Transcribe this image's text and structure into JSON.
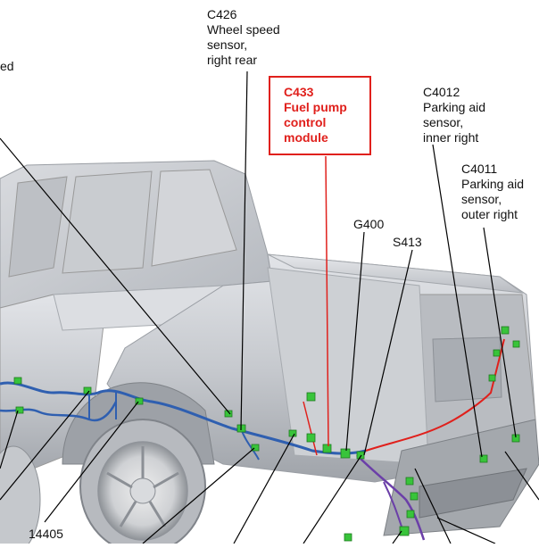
{
  "labels": {
    "c426": "C426\nWheel speed\nsensor,\nright rear",
    "left_cut": "ed",
    "c433": "C433\nFuel pump\ncontrol\nmodule",
    "c4012": "C4012\nParking aid\nsensor,\ninner right",
    "c4011": "C4011\nParking aid\nsensor,\nouter right",
    "g400": "G400",
    "s413": "S413",
    "n14405": "14405"
  },
  "colors": {
    "highlight": "#e0201c",
    "harness_blue": "#2f5fb0",
    "harness_red": "#e0201c",
    "harness_purple": "#6b3fa8",
    "connector_green": "#38c43a",
    "body_gray": "#c4c7cc"
  }
}
